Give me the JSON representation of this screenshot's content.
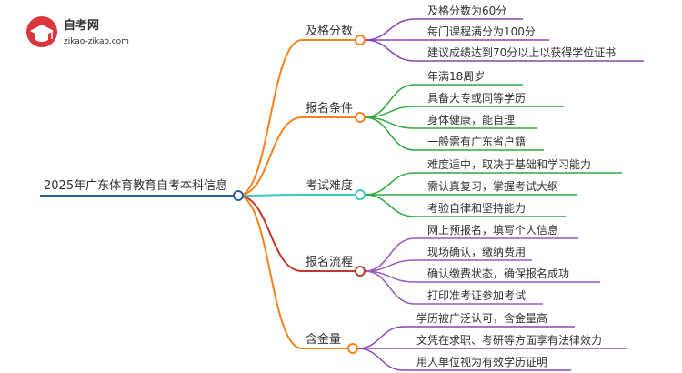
{
  "logo": {
    "title": "自考网",
    "subtitle": "zikao-zikao.com",
    "icon": "graduation-cap-icon",
    "color": "#d9363e"
  },
  "root": {
    "label": "2025年广东体育教育自考本科信息",
    "color": "#2a5f9e"
  },
  "branches": [
    {
      "label": "及格分数",
      "color": "#f5821f",
      "leaf_color": "#8e44ad",
      "leaves": [
        "及格分数为60分",
        "每门课程满分为100分",
        "建议成绩达到70分以上以获得学位证书"
      ]
    },
    {
      "label": "报名条件",
      "color": "#f5821f",
      "leaf_color": "#2eaa3c",
      "leaves": [
        "年满18周岁",
        "具备大专或同等学历",
        "身体健康，能自理",
        "一般需有广东省户籍"
      ]
    },
    {
      "label": "考试难度",
      "color": "#3cc9c3",
      "leaf_color": "#2eaa3c",
      "leaves": [
        "难度适中，取决于基础和学习能力",
        "需认真复习，掌握考试大纲",
        "考验自律和坚持能力"
      ]
    },
    {
      "label": "报名流程",
      "color": "#c0392b",
      "leaf_color": "#9b59b6",
      "leaves": [
        "网上预报名，填写个人信息",
        "现场确认，缴纳费用",
        "确认缴费状态，确保报名成功",
        "打印准考证参加考试"
      ]
    },
    {
      "label": "含金量",
      "color": "#f5821f",
      "leaf_color": "#8e44ad",
      "leaves": [
        "学历被广泛认可，含金量高",
        "文凭在求职、考研等方面享有法律效力",
        "用人单位视为有效学历证明"
      ]
    }
  ]
}
